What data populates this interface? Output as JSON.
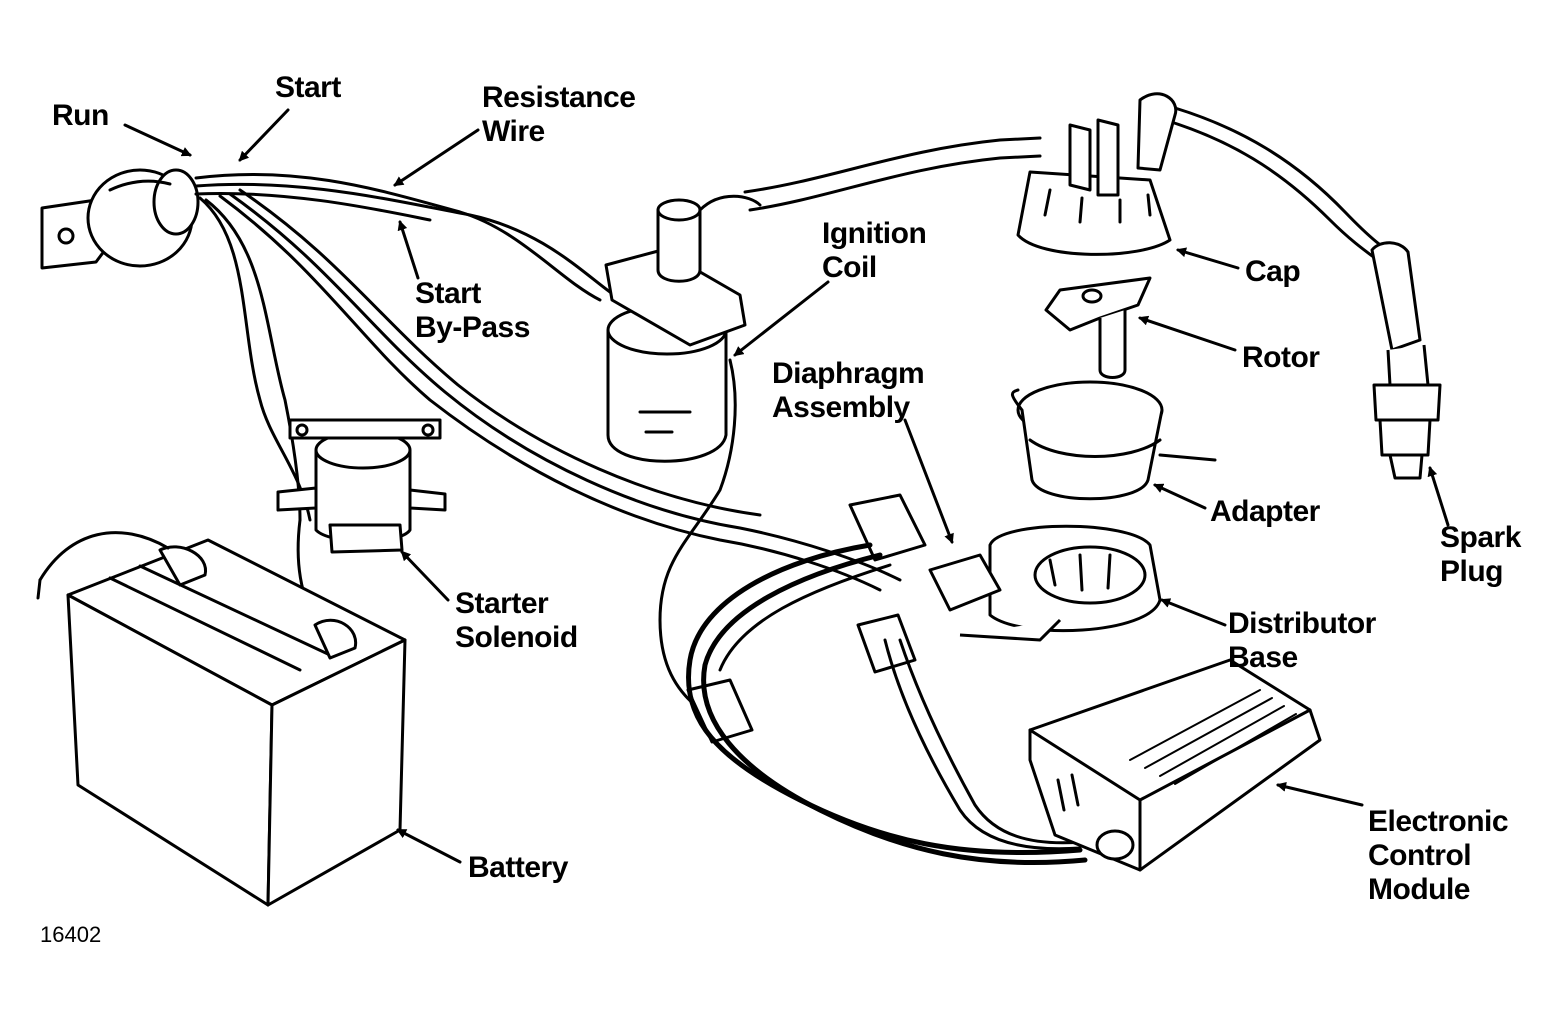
{
  "labels": {
    "run": "Run",
    "start": "Start",
    "resistance_wire_line1": "Resistance",
    "resistance_wire_line2": "Wire",
    "start_bypass_line1": "Start",
    "start_bypass_line2": "By-Pass",
    "ignition_coil_line1": "Ignition",
    "ignition_coil_line2": "Coil",
    "cap": "Cap",
    "rotor": "Rotor",
    "diaphragm_line1": "Diaphragm",
    "diaphragm_line2": "Assembly",
    "adapter": "Adapter",
    "spark_plug_line1": "Spark",
    "spark_plug_line2": "Plug",
    "starter_solenoid_line1": "Starter",
    "starter_solenoid_line2": "Solenoid",
    "distributor_base_line1": "Distributor",
    "distributor_base_line2": "Base",
    "ecm_line1": "Electronic",
    "ecm_line2": "Control",
    "ecm_line3": "Module",
    "battery": "Battery"
  },
  "figure_number": "16402"
}
